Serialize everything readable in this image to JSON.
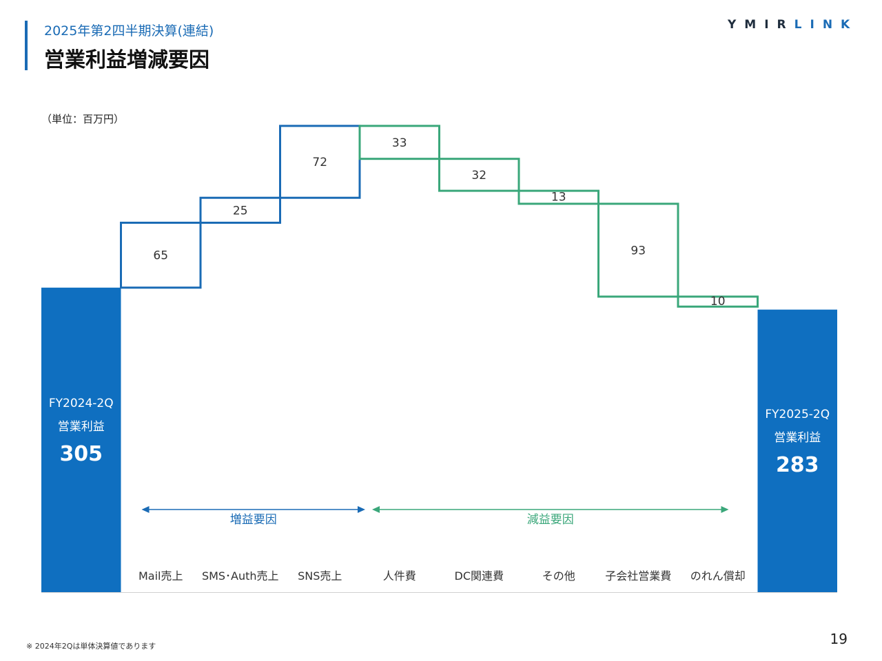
{
  "header": {
    "subtitle": "2025年第2四半期決算(連結)",
    "title": "営業利益増減要因",
    "logo_dark": "YMIR",
    "logo_blue": "LINK"
  },
  "footer": {
    "footnote": "※ 2024年2Qは単体決算値であります",
    "page_number": "19"
  },
  "colors": {
    "accent_blue": "#1a6bb5",
    "increase_blue": "#1a6bb5",
    "decrease_green": "#3aa77a",
    "total_bar": "#0f6fc0"
  },
  "chart_data": {
    "type": "bar",
    "subtype": "waterfall",
    "unit_label": "（単位：百万円）",
    "start": {
      "label_line1": "FY2024-2Q",
      "label_line2": "営業利益",
      "value": 305
    },
    "end": {
      "label_line1": "FY2025-2Q",
      "label_line2": "営業利益",
      "value": 283
    },
    "steps": [
      {
        "category": "Mail売上",
        "value": 65,
        "direction": "increase"
      },
      {
        "category": "SMS･Auth売上",
        "value": 25,
        "direction": "increase"
      },
      {
        "category": "SNS売上",
        "value": 72,
        "direction": "increase"
      },
      {
        "category": "人件費",
        "value": 33,
        "direction": "decrease"
      },
      {
        "category": "DC関連費",
        "value": 32,
        "direction": "decrease"
      },
      {
        "category": "その他",
        "value": 13,
        "direction": "decrease"
      },
      {
        "category": "子会社営業費",
        "value": 93,
        "direction": "decrease"
      },
      {
        "category": "のれん償却",
        "value": 10,
        "direction": "decrease"
      }
    ],
    "group_labels": {
      "increase": "増益要因",
      "decrease": "減益要因"
    }
  }
}
